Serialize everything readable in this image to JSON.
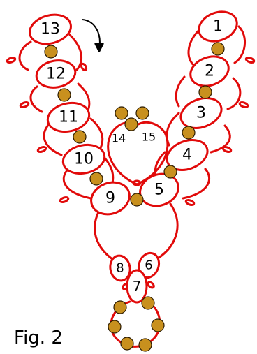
{
  "figure_caption": "Fig. 2",
  "ring_labels": {
    "r1": "1",
    "r2": "2",
    "r3": "3",
    "r4": "4",
    "r5": "5",
    "r6": "6",
    "r7": "7",
    "r8": "8",
    "r9": "9",
    "r10": "10",
    "r11": "11",
    "r12": "12",
    "r13": "13",
    "r14": "14",
    "r15": "15"
  },
  "colors": {
    "thread": "#e10a0a",
    "bead_fill": "#c8901e",
    "bead_stroke": "#2a1a00"
  },
  "icons": [
    "curved-arrow-icon"
  ]
}
